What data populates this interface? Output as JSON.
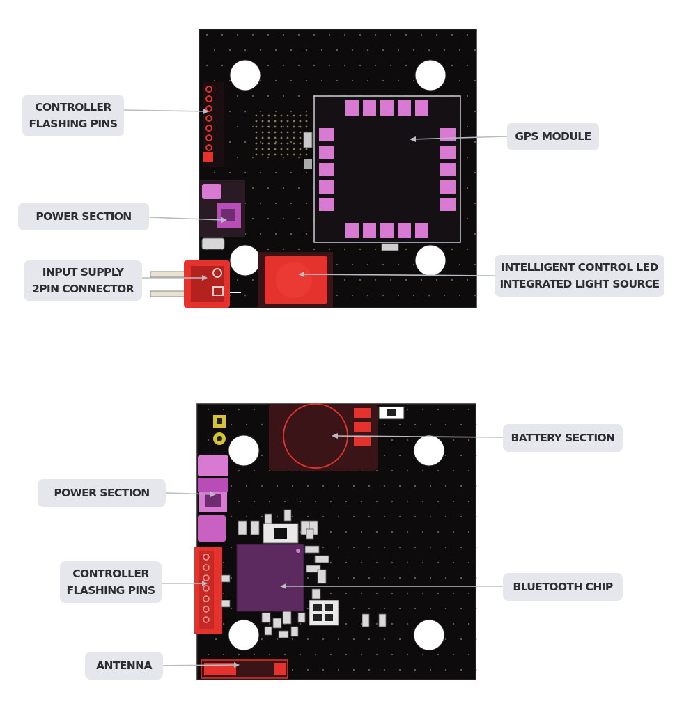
{
  "colors": {
    "board": "#0d0b0c",
    "board_edge": "#2a2628",
    "via": "#b9b17a",
    "pad_pink": "#d87ad2",
    "pad_magenta": "#b94db8",
    "red": "#e5322d",
    "dark_red": "#3a1417",
    "label_bg": "#e6e7ec",
    "label_text": "#2c2c34",
    "leader": "#b9bcc4"
  },
  "top_board": {
    "labels": {
      "controller_flashing_pins": [
        "CONTROLLER",
        "FLASHING PINS"
      ],
      "gps_module": [
        "GPS MODULE"
      ],
      "power_section": [
        "POWER SECTION"
      ],
      "input_supply": [
        "INPUT SUPPLY",
        "2PIN CONNECTOR"
      ],
      "led": [
        "INTELLIGENT CONTROL LED",
        "INTEGRATED LIGHT SOURCE"
      ]
    }
  },
  "bottom_board": {
    "labels": {
      "battery_section": [
        "BATTERY SECTION"
      ],
      "power_section": [
        "POWER SECTION"
      ],
      "controller_flashing_pins": [
        "CONTROLLER",
        "FLASHING PINS"
      ],
      "bluetooth_chip": [
        "BLUETOOTH CHIP"
      ],
      "antenna": [
        "ANTENNA"
      ]
    }
  }
}
